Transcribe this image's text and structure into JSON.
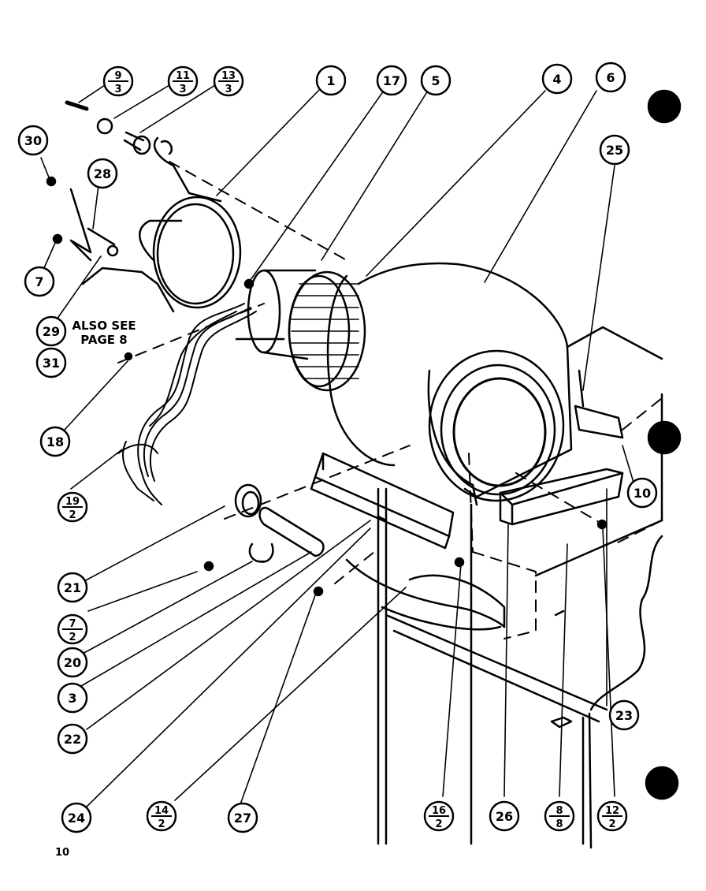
{
  "diagram": {
    "note": "ALSO SEE\nPAGE 8",
    "note_line1": "ALSO SEE",
    "note_line2": "PAGE 8",
    "page_number": "10",
    "callouts": [
      {
        "id": "c-9-3",
        "label": "9",
        "sub": "3"
      },
      {
        "id": "c-11-3",
        "label": "11",
        "sub": "3"
      },
      {
        "id": "c-13-3",
        "label": "13",
        "sub": "3"
      },
      {
        "id": "c-1",
        "label": "1"
      },
      {
        "id": "c-17",
        "label": "17"
      },
      {
        "id": "c-5",
        "label": "5"
      },
      {
        "id": "c-4",
        "label": "4"
      },
      {
        "id": "c-6",
        "label": "6"
      },
      {
        "id": "c-30",
        "label": "30"
      },
      {
        "id": "c-28",
        "label": "28"
      },
      {
        "id": "c-25",
        "label": "25"
      },
      {
        "id": "c-7",
        "label": "7"
      },
      {
        "id": "c-29",
        "label": "29"
      },
      {
        "id": "c-31",
        "label": "31"
      },
      {
        "id": "c-18",
        "label": "18"
      },
      {
        "id": "c-10",
        "label": "10"
      },
      {
        "id": "c-19-2",
        "label": "19",
        "sub": "2"
      },
      {
        "id": "c-21",
        "label": "21"
      },
      {
        "id": "c-7-2",
        "label": "7",
        "sub": "2"
      },
      {
        "id": "c-20",
        "label": "20"
      },
      {
        "id": "c-3",
        "label": "3"
      },
      {
        "id": "c-22",
        "label": "22"
      },
      {
        "id": "c-23",
        "label": "23"
      },
      {
        "id": "c-24",
        "label": "24"
      },
      {
        "id": "c-14-2",
        "label": "14",
        "sub": "2"
      },
      {
        "id": "c-27",
        "label": "27"
      },
      {
        "id": "c-16-2",
        "label": "16",
        "sub": "2"
      },
      {
        "id": "c-26",
        "label": "26"
      },
      {
        "id": "c-8-8",
        "label": "8",
        "sub": "8"
      },
      {
        "id": "c-12-2",
        "label": "12",
        "sub": "2"
      }
    ]
  }
}
